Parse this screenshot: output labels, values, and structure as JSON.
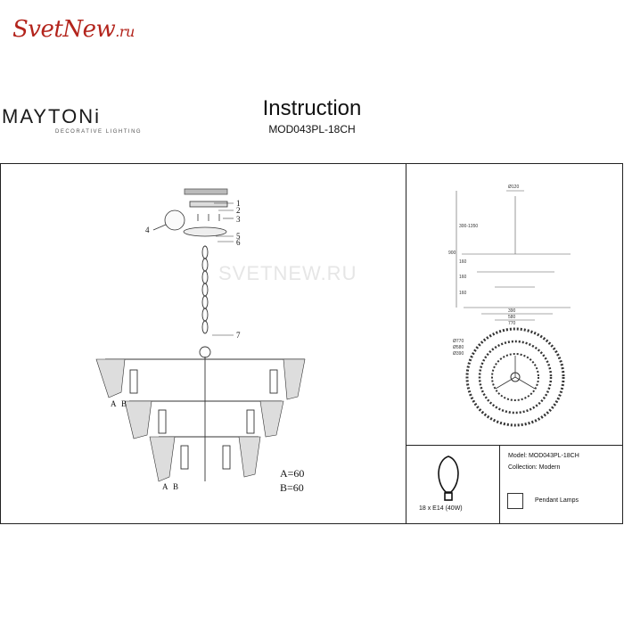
{
  "site_logo": {
    "main": "SvetNew",
    "suffix": ".ru"
  },
  "brand": {
    "name": "MAYTONi",
    "tagline": "DECORATIVE LIGHTING"
  },
  "header": {
    "title": "Instruction",
    "model": "MOD043PL-18CH"
  },
  "watermark": "SVETNEW.RU",
  "callouts": [
    "1",
    "2",
    "3",
    "4",
    "5",
    "6",
    "7"
  ],
  "crystal_labels": [
    "A",
    "B"
  ],
  "angles": {
    "a": "A=60",
    "b": "B=60"
  },
  "dimensions": {
    "top_width": "Ø120",
    "heights": [
      "300-1350",
      "900",
      "160",
      "160",
      "160"
    ],
    "widths": [
      "390",
      "580",
      "770"
    ],
    "plan_diameters": [
      "Ø770",
      "Ø580",
      "Ø390"
    ]
  },
  "bulb": {
    "spec": "18 x E14 (40W)"
  },
  "info": {
    "model": "Model: MOD043PL-18CH",
    "collection": "Collection: Modern",
    "type": "Pendant Lamps"
  }
}
